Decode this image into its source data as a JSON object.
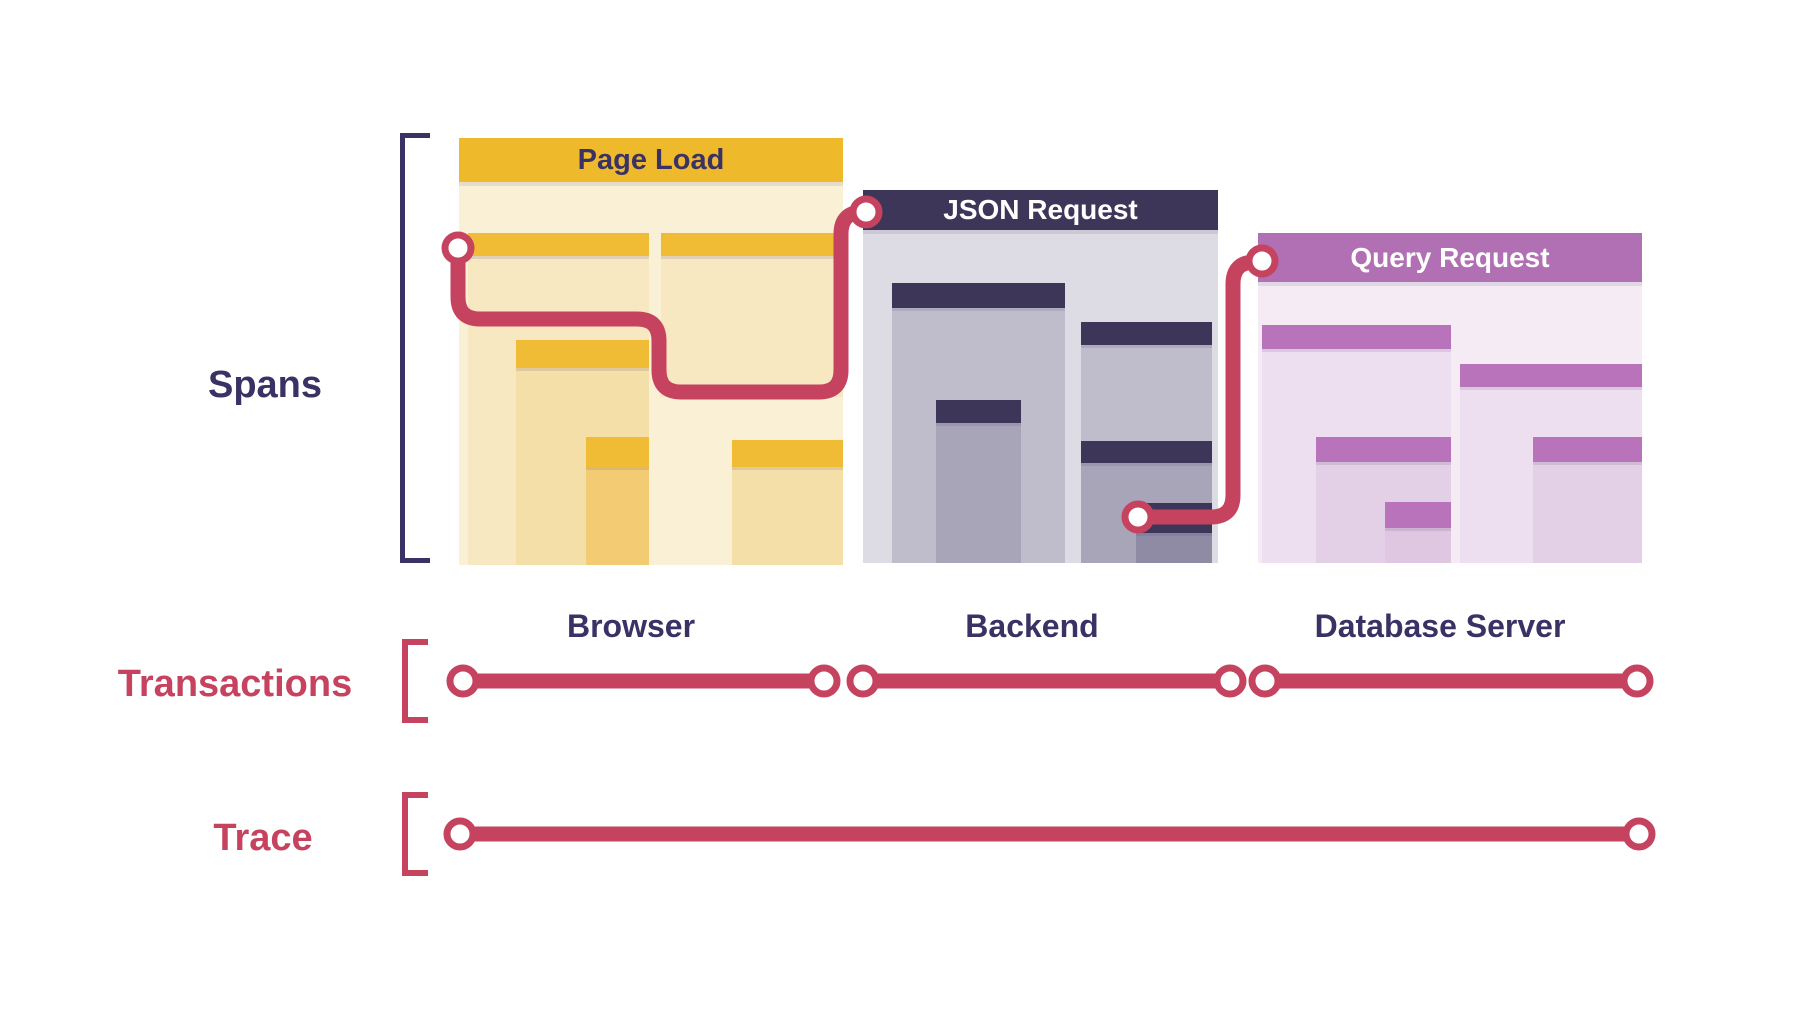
{
  "diagram": {
    "side_labels": {
      "spans": "Spans",
      "transactions": "Transactions",
      "trace": "Trace"
    },
    "panels": [
      {
        "title": "Page Load",
        "caption": "Browser"
      },
      {
        "title": "JSON Request",
        "caption": "Backend"
      },
      {
        "title": "Query Request",
        "caption": "Database Server"
      }
    ]
  },
  "colors": {
    "red": "#C64360",
    "ink": "#3A3264",
    "gold": "#EFB92C",
    "gold-sub": "#F0BC35",
    "cream": "#FAF0D6",
    "cream-2": "#F8E8C2",
    "cream-3": "#F5DFA8",
    "cream-4": "#F2CB73",
    "slate-header": "#3D3659",
    "slate-base": "#DDDBE3",
    "slate-2": "#BFBCCC",
    "slate-3": "#A8A5B9",
    "slate-4": "#8F8BA5",
    "purple-header": "#B16FB4",
    "purple-sub": "#B873BB",
    "purple-base": "#F4EBF5",
    "purple-2": "#EDDFEF",
    "purple-3": "#E3D0E6",
    "purple-4": "#DFC7E2"
  }
}
